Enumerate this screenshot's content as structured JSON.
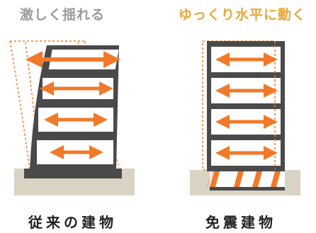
{
  "labels": {
    "conventional_motion": "激しく揺れる",
    "isolated_motion": "ゆっくり水平に動く",
    "conventional_building": "従来の建物",
    "isolated_building": "免震建物"
  },
  "colors": {
    "ground": "#d9d3c3",
    "frame": "#4a4a4a",
    "floor_fill": "#ffffff",
    "arrow": "#f07a2a",
    "sway_outline": "#f07a2a",
    "gray_text": "#9a9a9a",
    "orange_text": "#e9a73a"
  }
}
